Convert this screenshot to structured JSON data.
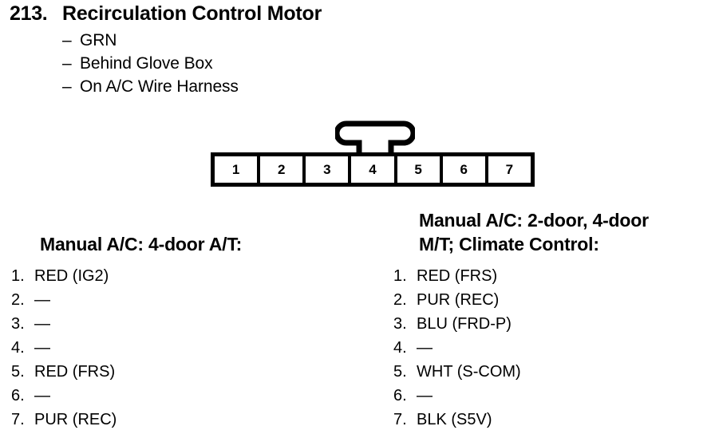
{
  "header": {
    "number": "213.",
    "title": "Recirculation Control Motor",
    "bullets": [
      {
        "dash": "–",
        "text": "GRN"
      },
      {
        "dash": "–",
        "text": "Behind Glove Box"
      },
      {
        "dash": "–",
        "text": "On A/C Wire Harness"
      }
    ]
  },
  "connector": {
    "pin_count": 7,
    "pins": [
      "1",
      "2",
      "3",
      "4",
      "5",
      "6",
      "7"
    ],
    "latch_over_pin": "4",
    "line_color": "#000000",
    "fill_color": "#ffffff"
  },
  "columns": [
    {
      "heading_lines": [
        "Manual A/C: 4-door A/T:"
      ],
      "rows": [
        {
          "index": "1.",
          "value": "RED (IG2)"
        },
        {
          "index": "2.",
          "value": "—"
        },
        {
          "index": "3.",
          "value": "—"
        },
        {
          "index": "4.",
          "value": "—"
        },
        {
          "index": "5.",
          "value": "RED (FRS)"
        },
        {
          "index": "6.",
          "value": "—"
        },
        {
          "index": "7.",
          "value": "PUR (REC)"
        }
      ]
    },
    {
      "heading_lines": [
        "Manual A/C: 2-door, 4-door",
        "M/T; Climate Control:"
      ],
      "rows": [
        {
          "index": "1.",
          "value": "RED (FRS)"
        },
        {
          "index": "2.",
          "value": "PUR (REC)"
        },
        {
          "index": "3.",
          "value": "BLU (FRD-P)"
        },
        {
          "index": "4.",
          "value": "—"
        },
        {
          "index": "5.",
          "value": "WHT (S-COM)"
        },
        {
          "index": "6.",
          "value": "—"
        },
        {
          "index": "7.",
          "value": "BLK (S5V)"
        }
      ]
    }
  ]
}
